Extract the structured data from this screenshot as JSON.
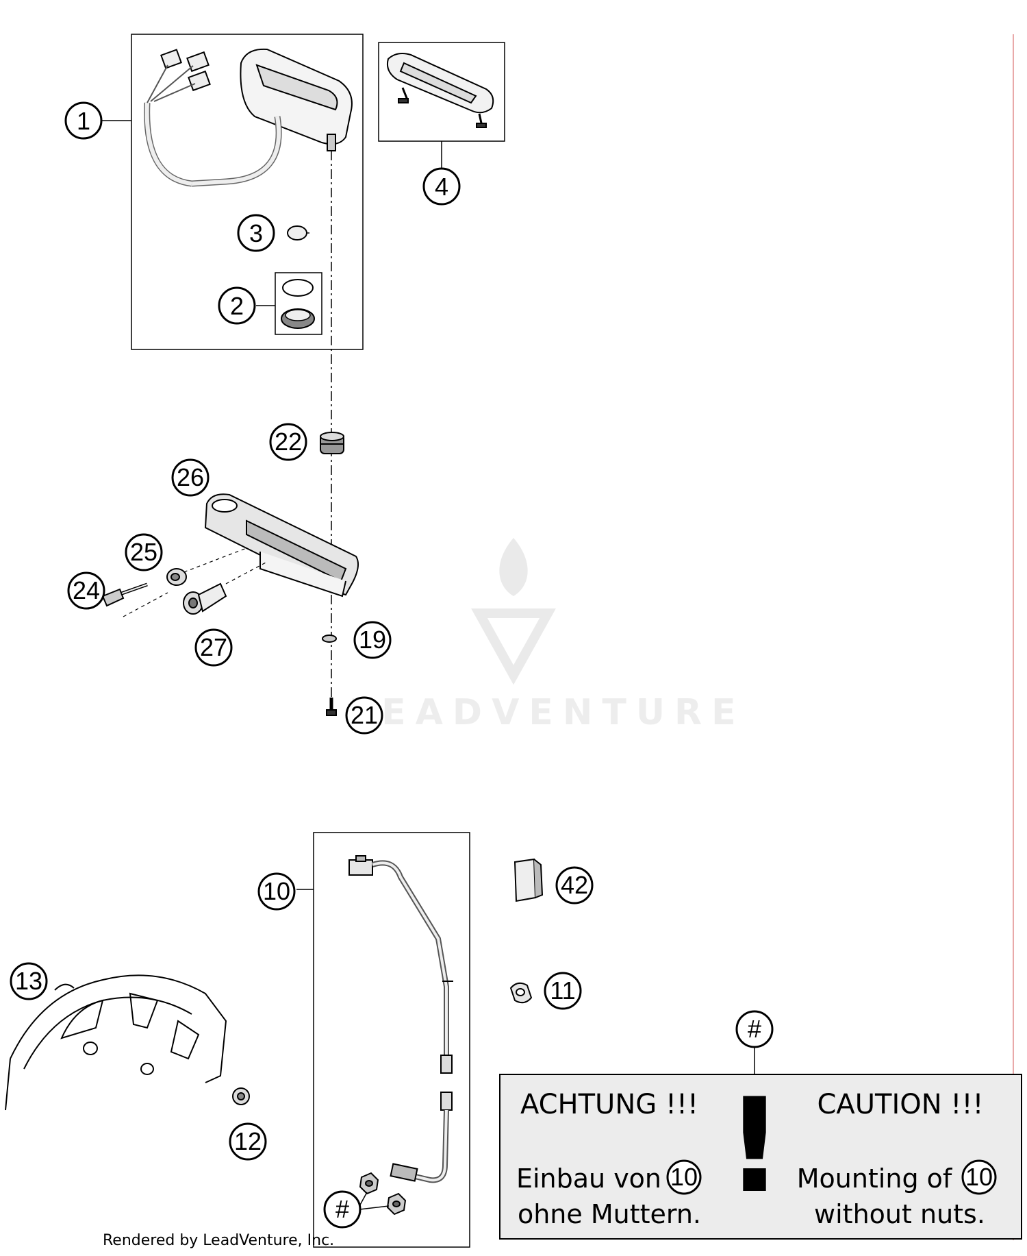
{
  "callouts": [
    "1",
    "2",
    "3",
    "4",
    "22",
    "26",
    "25",
    "24",
    "27",
    "19",
    "21",
    "10",
    "42",
    "11",
    "13",
    "12",
    "#",
    "#"
  ],
  "caution_box": {
    "symbol": "#",
    "left_heading": "ACHTUNG !!!",
    "left_line1": "Einbau von",
    "left_ref": "10",
    "left_line2": "ohne Muttern.",
    "bang": "!",
    "right_heading": "CAUTION !!!",
    "right_line1": "Mounting of",
    "right_ref": "10",
    "right_line2": "without nuts."
  },
  "watermark": "LEADVENTURE",
  "credit": "Rendered by LeadVenture, Inc.",
  "colors": {
    "line": "#000000",
    "caution_fill": "#ececec",
    "watermark": "#e6e6e6",
    "edge_accent": "#e9a9a9"
  }
}
